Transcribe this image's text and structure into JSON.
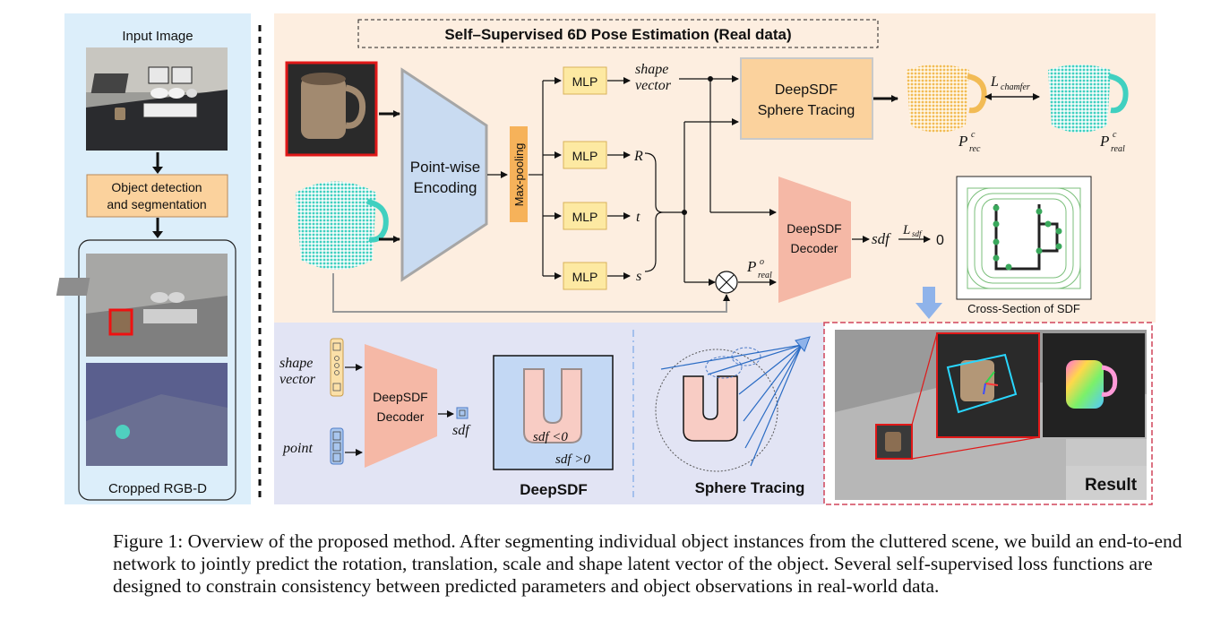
{
  "left_panel": {
    "input_title": "Input Image",
    "step_label_1": "Object detection",
    "step_label_2": "and segmentation",
    "crop_title": "Cropped RGB-D"
  },
  "top_panel": {
    "title": "Self–Supervised 6D Pose Estimation (Real data)",
    "encoder_1": "Point-wise",
    "encoder_2": "Encoding",
    "maxpool": "Max-pooling",
    "mlp": "MLP",
    "shape_vec_1": "shape",
    "shape_vec_2": "vector",
    "r": "R",
    "t": "t",
    "s": "s",
    "deepsdf_st_1": "DeepSDF",
    "deepsdf_st_2": "Sphere Tracing",
    "l_chamfer": "L",
    "l_chamfer_sub": "chamfer",
    "p_symbol": "P",
    "p_rec_sub": "rec",
    "p_real_sub": "real",
    "p_sup_c": "c",
    "p_sup_o": "o",
    "decoder_1": "DeepSDF",
    "decoder_2": "Decoder",
    "sdf": "sdf",
    "l_sdf": "L",
    "l_sdf_sub": "sdf",
    "zero": "0",
    "cross_section": "Cross-Section of SDF"
  },
  "bottom_panel": {
    "shape_1": "shape",
    "shape_2": "vector",
    "point": "point",
    "decoder_1": "DeepSDF",
    "decoder_2": "Decoder",
    "sdf": "sdf",
    "sdf_lt": "sdf <0",
    "sdf_gt": "sdf >0",
    "deepsdf_title": "DeepSDF",
    "sphere_title": "Sphere Tracing",
    "result_title": "Result"
  },
  "caption": "Figure 1: Overview of the proposed method. After segmenting individual object instances from the cluttered scene, we build an end-to-end network to jointly predict the rotation, translation, scale and shape latent vector of the object. Several self-supervised loss functions are designed to constrain consistency between predicted parameters and object observations in real-world data.",
  "colors": {
    "left_bg": "#dceefa",
    "top_bg": "#fdeee0",
    "bottom_bg": "#e2e4f4",
    "encoder": "#c9dbf1",
    "mlp": "#fde9a2",
    "maxpool": "#f6b25a",
    "deepsdf_box": "#fbd29d",
    "decoder": "#f5b8a6",
    "pointcloud": "#48d3c4",
    "mug_recon": "#f5c063",
    "result_border": "#d0455a"
  }
}
